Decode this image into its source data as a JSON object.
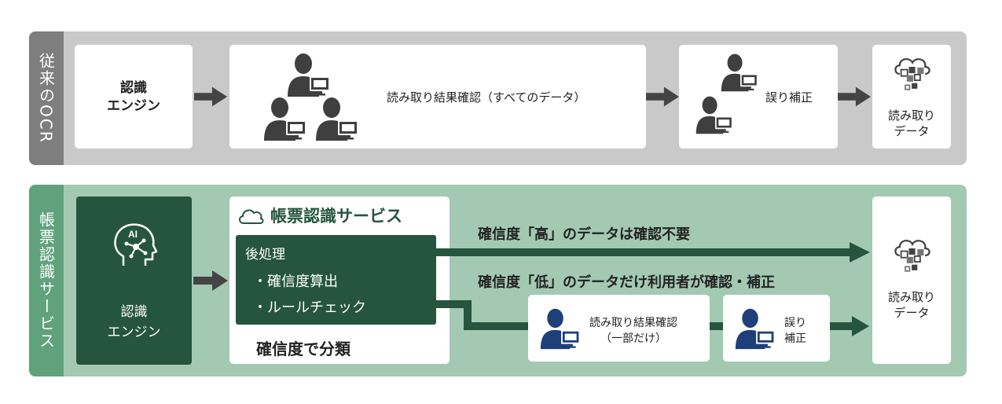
{
  "lanes": {
    "legacy": {
      "label": "従来のOCR"
    },
    "ai": {
      "label": "帳票認識サービス"
    }
  },
  "legacy": {
    "engine": {
      "line1": "認識",
      "line2": "エンジン"
    },
    "check": {
      "label": "読み取り結果確認（すべてのデータ）"
    },
    "correct": {
      "label": "誤り補正"
    },
    "output": {
      "line1": "読み取り",
      "line2": "データ"
    }
  },
  "ai": {
    "engine": {
      "icon_text": "AI",
      "line1": "認識",
      "line2": "エンジン"
    },
    "service": {
      "title": "帳票認識サービス",
      "post_title": "後処理",
      "post_items": [
        "・確信度算出",
        "・ルールチェック"
      ],
      "classify": "確信度で分類"
    },
    "high_label": "確信度「高」のデータは確認不要",
    "low_label": "確信度「低」のデータだけ利用者が確認・補正",
    "partial_check": {
      "line1": "読み取り結果確認",
      "line2": "（一部だけ）"
    },
    "partial_correct": {
      "line1": "誤り",
      "line2": "補正"
    },
    "output": {
      "line1": "読み取り",
      "line2": "データ"
    }
  },
  "colors": {
    "legacy_bg": "#c9c9c9",
    "legacy_label": "#7e7e7e",
    "ai_bg": "#a3c9b3",
    "ai_label": "#5fa27c",
    "ai_dark": "#25553e",
    "legacy_person": "#3f3f3f",
    "ai_person": "#1e3f7a"
  }
}
